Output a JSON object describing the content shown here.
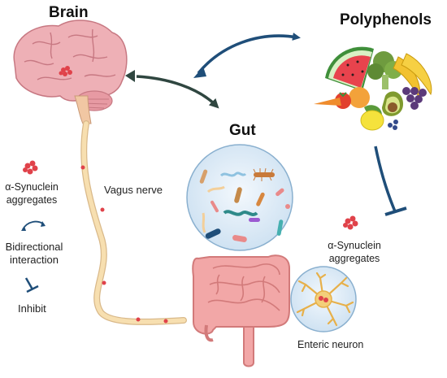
{
  "labels": {
    "brain": "Brain",
    "polyphenols": "Polyphenols",
    "gut": "Gut",
    "vagus_nerve": "Vagus nerve",
    "enteric_neuron": "Enteric neuron",
    "asyn_right_1": "α-Synuclein",
    "asyn_right_2": "aggregates"
  },
  "legend": {
    "asyn_1": "α-Synuclein",
    "asyn_2": "aggregates",
    "bidirectional_1": "Bidirectional",
    "bidirectional_2": "interaction",
    "inhibit": "Inhibit"
  },
  "colors": {
    "arrow": "#1f4e79",
    "arrow_dark": "#2f4640",
    "inhibit": "#1f4e79",
    "brain": "#e9a6ad",
    "brain_outline": "#c77882",
    "nerve": "#f7dfb0",
    "intestine": "#f2a7a7",
    "bubble": "#dbe9f5",
    "aggregate": "#e0424a"
  }
}
